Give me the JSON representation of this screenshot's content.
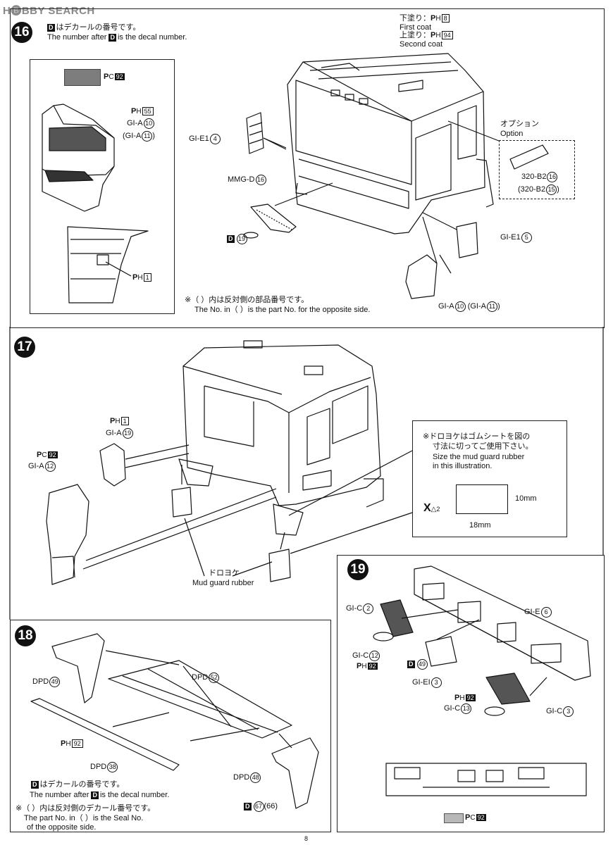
{
  "watermark": "H🅑BBY SEARCH",
  "page_number": "8",
  "step16": {
    "number": "16",
    "decal_note_jp": "はデカールの番号です。",
    "decal_note_en_pre": "The number after",
    "decal_note_en_post": "is the decal number.",
    "D": "D",
    "under_coat_jp": "下塗り：",
    "under_coat_code": "8",
    "first_coat": "First coat",
    "top_coat_jp": "上塗り：",
    "top_coat_code": "94",
    "second_coat": "Second coat",
    "pc_code": "92",
    "ph55": "55",
    "gia10": "GI-A",
    "gia10_num": "10",
    "gia11": "(GI-A",
    "gia11_num": "11",
    "ph1": "1",
    "gie1_4": "GI-E1",
    "gie1_4_num": "4",
    "mmgd16": "MMG-D",
    "mmgd16_num": "16",
    "d19": "19",
    "option_jp": "オプション",
    "option_en": "Option",
    "b2_16": "320-B2",
    "b2_16_num": "16",
    "b2_15": "(320-B2",
    "b2_15_num": "15",
    "gie1_5": "GI-E1",
    "gie1_5_num": "5",
    "gia_bottom": "GI-A",
    "gia_bottom_num": "10",
    "gia_bottom2": "(GI-A",
    "gia_bottom2_num": "11",
    "note_jp": "※（ ）内は反対側の部品番号です。",
    "note_en": "The No. in（ ）is the part No. for the opposite side."
  },
  "step17": {
    "number": "17",
    "ph1": "1",
    "gia19": "GI-A",
    "gia19_num": "19",
    "pc92": "92",
    "gia12": "GI-A",
    "gia12_num": "12",
    "mud_jp": "ドロヨケ",
    "mud_en": "Mud guard rubber",
    "note_jp1": "※ドロヨケはゴムシートを図の",
    "note_jp2": "寸法に切ってご使用下さい。",
    "note_en1": "Size the mud guard rubber",
    "note_en2": "in this illustration.",
    "x_label": "X",
    "x_num": "2",
    "dim_h": "10mm",
    "dim_w": "18mm"
  },
  "step18": {
    "number": "18",
    "dpd49": "DPD",
    "dpd49_num": "49",
    "dpd52": "DPD",
    "dpd52_num": "52",
    "ph92": "92",
    "dpd38": "DPD",
    "dpd38_num": "38",
    "dpd48": "DPD",
    "dpd48_num": "48",
    "d67": "67",
    "d66": "(66)",
    "decal_note_jp": "はデカールの番号です。",
    "decal_note_en_pre": "The number after",
    "decal_note_en_post": "is the decal number.",
    "seal_note_jp": "※（ ）内は反対側のデカール番号です。",
    "seal_note_en1": "The part No. in（ ）is the Seal No.",
    "seal_note_en2": "of the opposite side."
  },
  "step19": {
    "number": "19",
    "gic2": "GI-C",
    "gic2_num": "2",
    "gie6": "GI-E",
    "gie6_num": "6",
    "gic12": "GI-C",
    "gic12_num": "12",
    "ph92a": "92",
    "d49": "49",
    "giel3": "GI-EI",
    "giel3_num": "3",
    "ph92b": "92",
    "gic13": "GI-C",
    "gic13_num": "13",
    "gic3": "GI-C",
    "gic3_num": "3",
    "pc92": "92"
  }
}
